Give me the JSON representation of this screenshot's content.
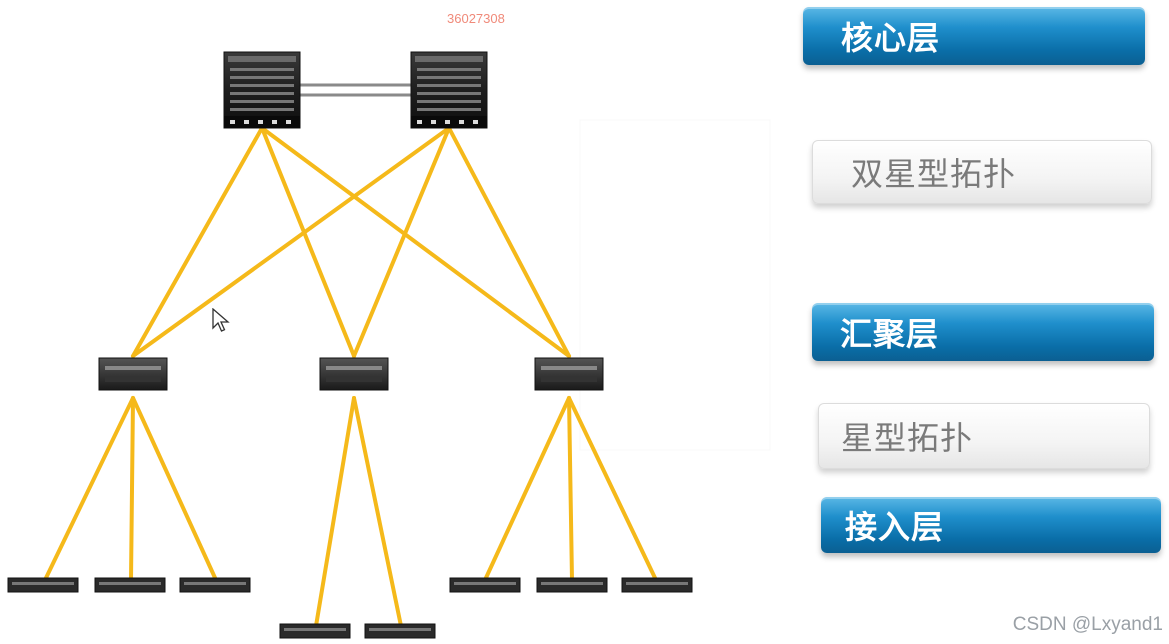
{
  "watermarks": {
    "top": "36027308",
    "bottom": "CSDN @Lxyand1"
  },
  "layers": [
    {
      "id": "core",
      "text": "核心层",
      "style": "blue"
    },
    {
      "id": "double-star",
      "text": "双星型拓扑",
      "style": "white"
    },
    {
      "id": "aggregation",
      "text": "汇聚层",
      "style": "blue"
    },
    {
      "id": "star",
      "text": "星型拓扑",
      "style": "white"
    },
    {
      "id": "access",
      "text": "接入层",
      "style": "blue"
    }
  ],
  "colors": {
    "link": "#f5b91a",
    "accent_blue": "#1a86c4"
  },
  "icons": {
    "cursor": "mouse-pointer-icon"
  }
}
